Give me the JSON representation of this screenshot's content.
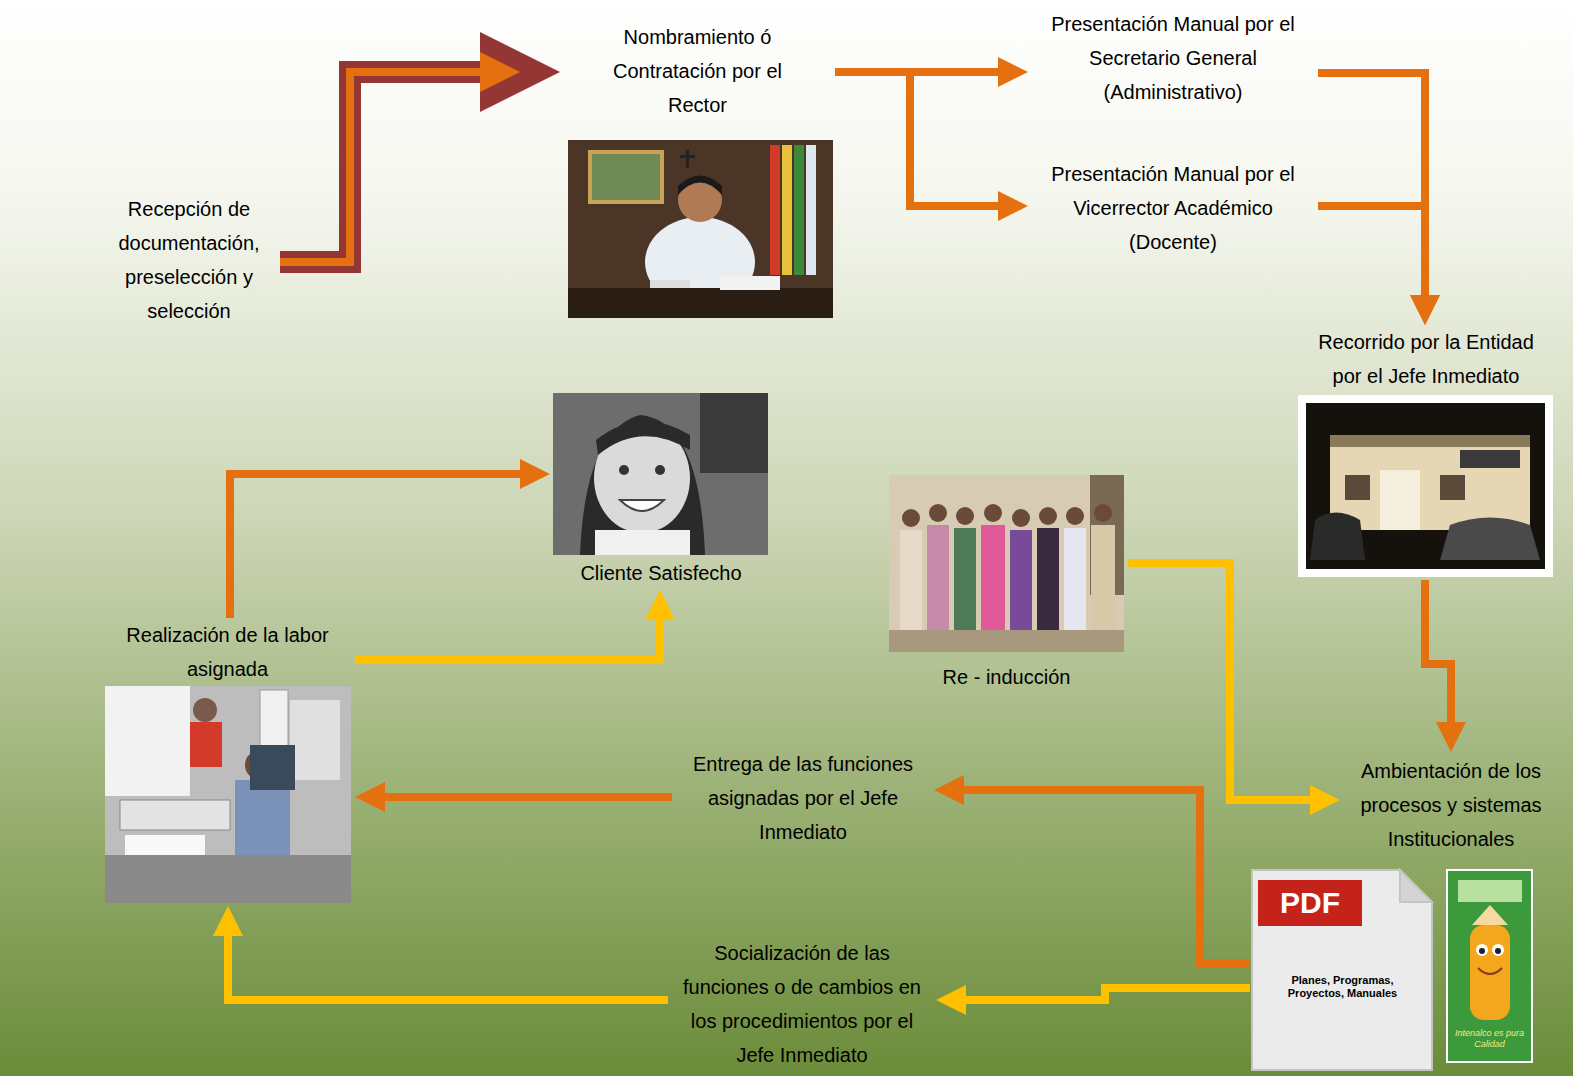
{
  "diagram": {
    "nodes": [
      {
        "text": [
          "Recepción de documentación, preselección y selección"
        ]
      },
      {
        "text": [
          "Nombramiento ó Contratación por el Rector"
        ]
      },
      {
        "text": [
          "Presentación Manual por el Secretario General (Administrativo)"
        ]
      },
      {
        "text": [
          "Presentación Manual por el Vicerrector Académico (Docente)"
        ]
      },
      {
        "text": [
          "Recorrido por la Entidad por el Jefe Inmediato"
        ]
      },
      {
        "text": [
          "Cliente Satisfecho"
        ]
      },
      {
        "text": [
          "Re - inducción"
        ]
      },
      {
        "text": [
          "Realización de la labor asignada"
        ]
      },
      {
        "text": [
          "Ambientación de los procesos y sistemas Institucionales"
        ]
      },
      {
        "text": [
          "Entrega de las funciones asignadas por el Jefe Inmediato"
        ]
      },
      {
        "text": [
          "Socialización de las funciones o de cambios en los procedimientos por el Jefe Inmediato"
        ]
      },
      {
        "text": [
          "PDF",
          "Planes, Programas, Proyectos, Manuales"
        ]
      }
    ],
    "edges": [
      {
        "from": 0,
        "to": 1,
        "arrow": "to"
      },
      {
        "from": 1,
        "to": 2,
        "arrow": "to"
      },
      {
        "from": 1,
        "to": 3,
        "arrow": "to"
      },
      {
        "from": 2,
        "to": 4,
        "arrow": "to"
      },
      {
        "from": 3,
        "to": 4,
        "arrow": "to"
      },
      {
        "from": 4,
        "to": 8,
        "arrow": "to"
      },
      {
        "from": 6,
        "to": 8,
        "arrow": "to"
      },
      {
        "from": 11,
        "to": 9,
        "arrow": "to"
      },
      {
        "from": 11,
        "to": 10,
        "arrow": "to"
      },
      {
        "from": 9,
        "to": 7,
        "arrow": "to"
      },
      {
        "from": 10,
        "to": 7,
        "arrow": "to"
      },
      {
        "from": 7,
        "to": 5,
        "arrow": "to"
      },
      {
        "from": 7,
        "to": 5,
        "arrow": "to"
      }
    ],
    "labels": [
      "Intenalco es pura Calidad"
    ]
  }
}
